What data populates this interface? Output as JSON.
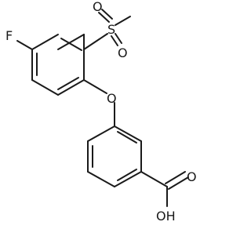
{
  "molecule": {
    "atoms": {
      "fluorine": "F",
      "sulfur": "S",
      "sulfonyl_oxygen_1": "O",
      "sulfonyl_oxygen_2": "O",
      "ether_oxygen": "O",
      "carbonyl_oxygen": "O",
      "hydroxyl": "OH"
    }
  }
}
